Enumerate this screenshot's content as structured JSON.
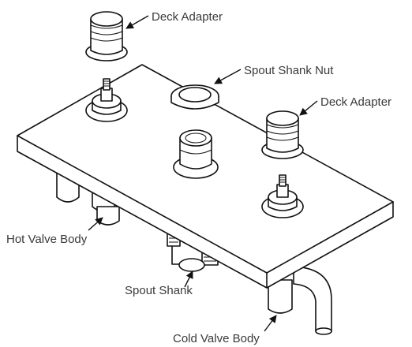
{
  "labels": {
    "deck_adapter_top": "Deck Adapter",
    "spout_shank_nut": "Spout Shank Nut",
    "deck_adapter_right": "Deck Adapter",
    "hot_valve_body": "Hot Valve Body",
    "spout_shank": "Spout Shank",
    "cold_valve_body": "Cold Valve Body"
  }
}
